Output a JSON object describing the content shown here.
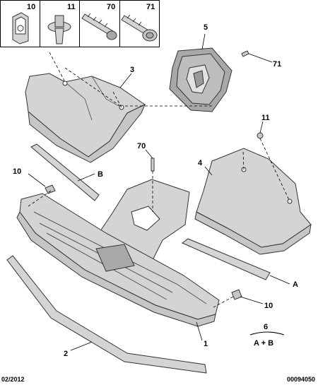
{
  "header_parts": [
    {
      "ref": "10",
      "icon": "clip-icon"
    },
    {
      "ref": "11",
      "icon": "push-rivet-icon"
    },
    {
      "ref": "70",
      "icon": "screw-icon"
    },
    {
      "ref": "71",
      "icon": "screw-washer-icon"
    }
  ],
  "callouts": {
    "c5": "5",
    "c71": "71",
    "c3": "3",
    "c11": "11",
    "c70": "70",
    "c4": "4",
    "cB": "B",
    "c10a": "10",
    "cA": "A",
    "c10b": "10",
    "c1": "1",
    "c2": "2",
    "c6": "6"
  },
  "assembly_note": "A + B",
  "footer": {
    "date": "02/2012",
    "ref": "00094050"
  }
}
